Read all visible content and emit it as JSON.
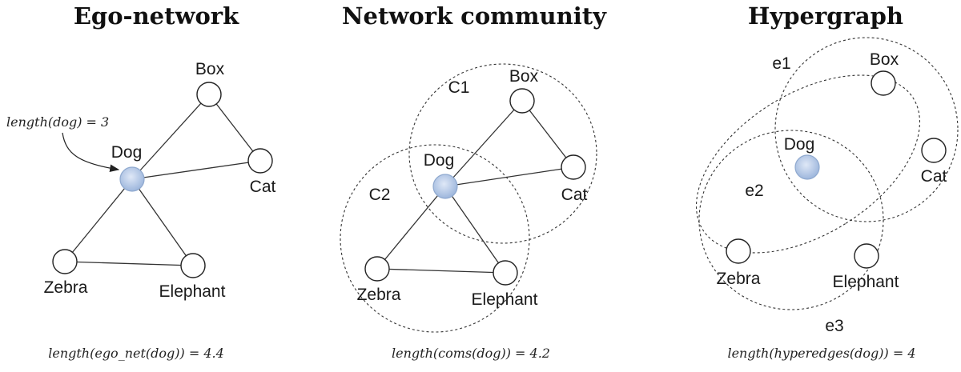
{
  "colors": {
    "focus_node_inner": "#dfe8f7",
    "focus_node_outer": "#9db6dc"
  },
  "panels": [
    {
      "title": "Ego-network",
      "caption": "length(ego_net(dog)) = 4.4",
      "annotation": "length(dog) = 3",
      "nodes": {
        "box": "Box",
        "dog": "Dog",
        "cat": "Cat",
        "zebra": "Zebra",
        "elephant": "Elephant"
      }
    },
    {
      "title": "Network community",
      "caption": "length(coms(dog)) = 4.2",
      "groups": [
        "C1",
        "C2"
      ],
      "nodes": {
        "box": "Box",
        "dog": "Dog",
        "cat": "Cat",
        "zebra": "Zebra",
        "elephant": "Elephant"
      }
    },
    {
      "title": "Hypergraph",
      "caption": "length(hyperedges(dog)) = 4",
      "groups": [
        "e1",
        "e2",
        "e3"
      ],
      "nodes": {
        "box": "Box",
        "dog": "Dog",
        "cat": "Cat",
        "zebra": "Zebra",
        "elephant": "Elephant"
      }
    }
  ]
}
